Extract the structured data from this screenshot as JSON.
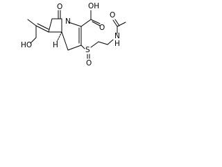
{
  "diagram": {
    "type": "chemical-structure",
    "atoms": {
      "ring_oxygen": "O",
      "ring_nitrogen": "N",
      "carboxyl_group": "OH",
      "carboxyl_oxygen": "O",
      "sulfur": "S",
      "sulfoxide_oxygen": "O",
      "hydroxyl_group": "HO",
      "amide_nh": "N",
      "amide_h": "H",
      "amide_oxygen": "O",
      "stereo_h": "H"
    }
  }
}
